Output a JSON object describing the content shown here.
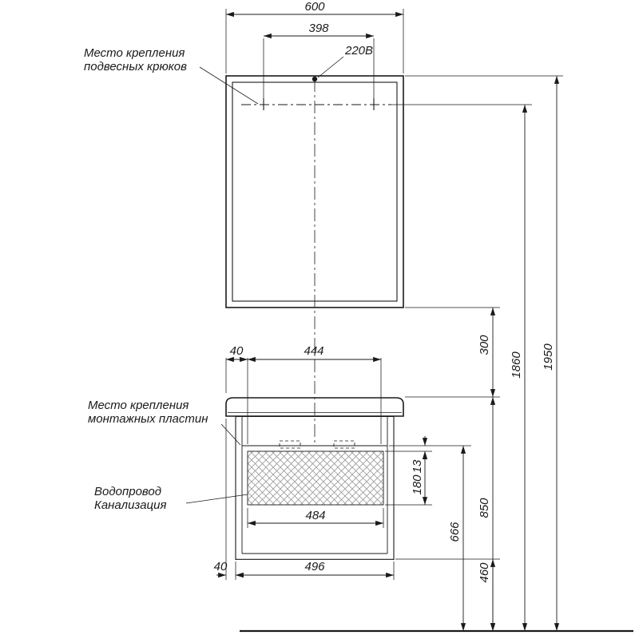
{
  "annotations": {
    "hooks": {
      "line1": "Место крепления",
      "line2": "подвесных крюков"
    },
    "outlet": "220В",
    "plates": {
      "line1": "Место крепления",
      "line2": "монтажных пластин"
    },
    "water": {
      "line1": "Водопровод",
      "line2": "Канализация"
    }
  },
  "dimensions": {
    "mirror_width": "600",
    "hooks_spacing": "398",
    "plate_left_offset": "40",
    "plates_spacing": "444",
    "mirror_to_cabinet_gap": "300",
    "hooks_height": "1860",
    "overall_height": "1950",
    "plate_to_opening": "13",
    "opening_height": "180",
    "countertop_height": "850",
    "plates_height": "666",
    "opening_width": "484",
    "bottom_clearance": "460",
    "side_offset": "40",
    "cabinet_width": "496"
  }
}
